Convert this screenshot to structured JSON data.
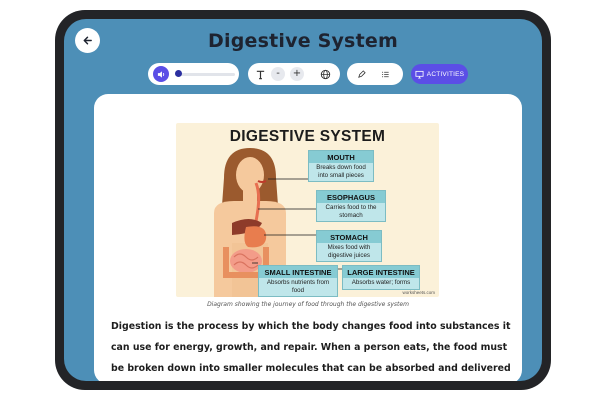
{
  "header": {
    "title": "Digestive System"
  },
  "toolbar": {
    "audio_progress": 0.0,
    "activities_label": "ACTIVITIES"
  },
  "diagram": {
    "title": "DIGESTIVE SYSTEM",
    "labels": [
      {
        "name": "MOUTH",
        "desc": "Breaks down food into small pieces"
      },
      {
        "name": "ESOPHAGUS",
        "desc": "Carries food to the stomach"
      },
      {
        "name": "STOMACH",
        "desc": "Mixes food with digestive juices"
      },
      {
        "name": "SMALL INTESTINE",
        "desc": "Absorbs nutrients from food"
      },
      {
        "name": "LARGE INTESTINE",
        "desc": "Absorbs water; forms"
      }
    ],
    "source": "worksheets.com",
    "caption": "Diagram showing the journey of food through the digestive system"
  },
  "content": {
    "paragraph": "Digestion is the process by which the body changes food into substances it can use for energy, growth, and repair. When a person eats, the food must be broken down into smaller molecules that can be absorbed and delivered to cells. The"
  },
  "colors": {
    "background": "#4d8fb7",
    "accent": "#5b4ee6",
    "device": "#232427"
  }
}
